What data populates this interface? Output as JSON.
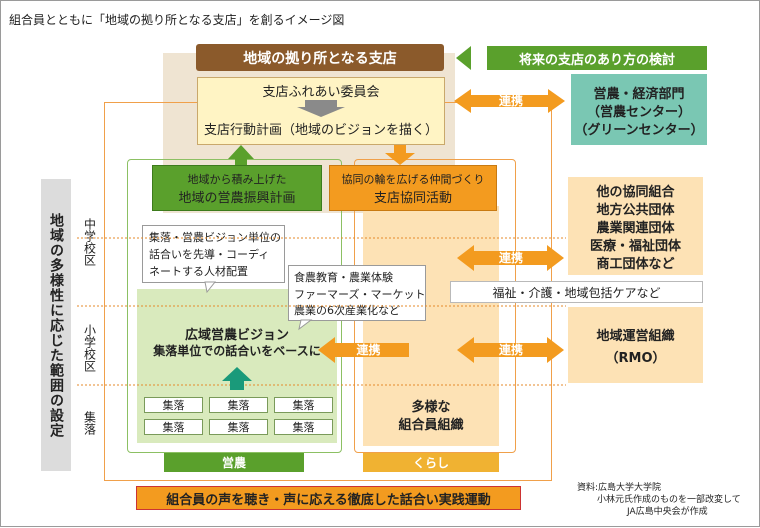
{
  "title": "組合員とともに「地域の拠り所となる支店」を創るイメージ図",
  "top_banner": "地域の拠り所となる支店",
  "future_banner": "将来の支店のあり方の検討",
  "committee": "支店ふれあい委員会",
  "action_plan": "支店行動計画（地域のビジョンを描く）",
  "renkei": "連携",
  "dept": [
    "営農・経済部門",
    "（営農センター）",
    "（グリーンセンター）"
  ],
  "plan_left": [
    "地域から積み上げた",
    "地域の営農振興計画"
  ],
  "plan_right": [
    "協同の輪を広げる仲間づくり",
    "支店協同活動"
  ],
  "vertical_label": "地域の多様性に応じた範囲の設定",
  "levels": {
    "middle": "中学校区",
    "elementary": "小学校区",
    "village": "集落"
  },
  "note_coord": [
    "集落・営農ビジョン単位の",
    "話合いを先導・コーディ",
    "ネートする人材配置"
  ],
  "note_food": [
    "食農教育・農業体験",
    "ファーマーズ・マーケット",
    "農業の6次産業化など"
  ],
  "vision": [
    "広域営農ビジョン",
    "集落単位での話合いをベースに"
  ],
  "shuraku": "集落",
  "orgs": [
    "他の協同組合",
    "地方公共団体",
    "農業関連団体",
    "医療・福祉団体",
    "商工団体など"
  ],
  "welfare": "福祉・介護・地域包括ケアなど",
  "rmo": [
    "地域運営組織",
    "（RMO）"
  ],
  "diverse": [
    "多様な",
    "組合員組織"
  ],
  "einou": "営農",
  "kurashi": "くらし",
  "bottom_banner": "組合員の声を聴き・声に応える徹底した話合い実践運動",
  "source": [
    "資料:広島大学大学院",
    "小林元氏作成のものを一部改変して",
    "JA広島中央会が作成"
  ],
  "colors": {
    "brown": "#8b5a2b",
    "green": "#5aa02c",
    "orange": "#f39b1f",
    "teal": "#7ac7b3",
    "light_orange": "#fde2b5",
    "light_green": "#d5e8b5",
    "yellow_box": "#fff4c4"
  }
}
